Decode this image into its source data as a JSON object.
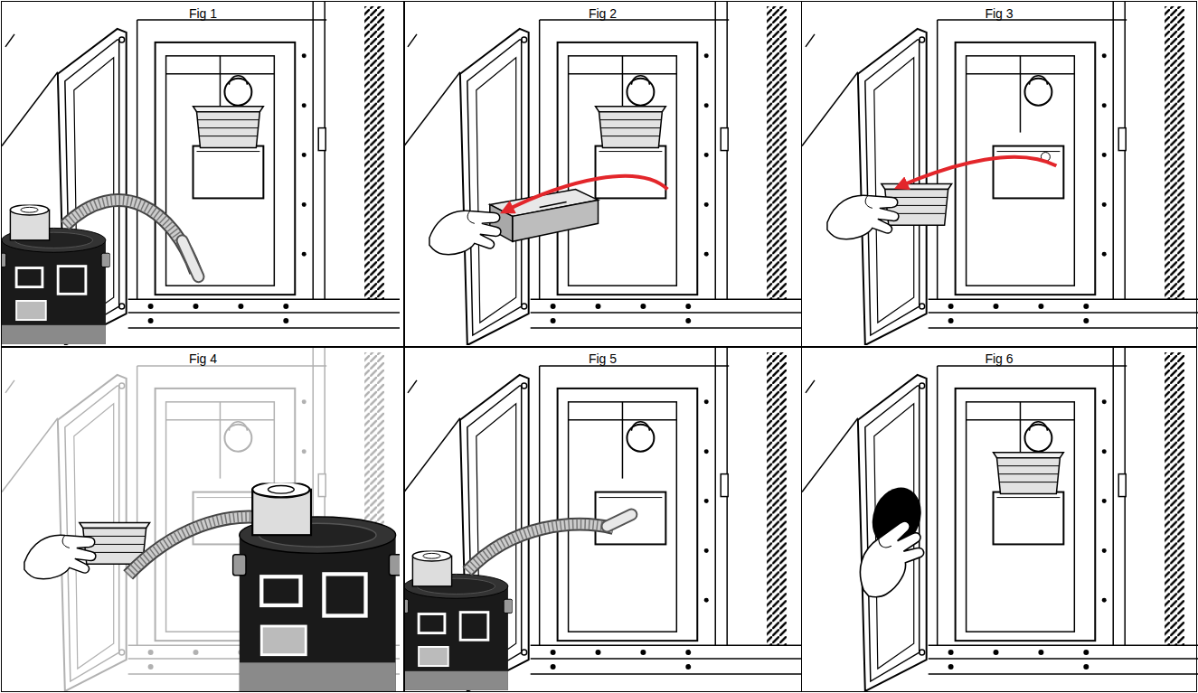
{
  "diagram": {
    "nodes": [
      {
        "text": [
          "Fig 1"
        ]
      },
      {
        "text": [
          "Fig 2"
        ]
      },
      {
        "text": [
          "Fig 3"
        ]
      },
      {
        "text": [
          "Fig 4"
        ]
      },
      {
        "text": [
          "Fig 5"
        ]
      },
      {
        "text": [
          "Fig 6"
        ]
      }
    ]
  }
}
